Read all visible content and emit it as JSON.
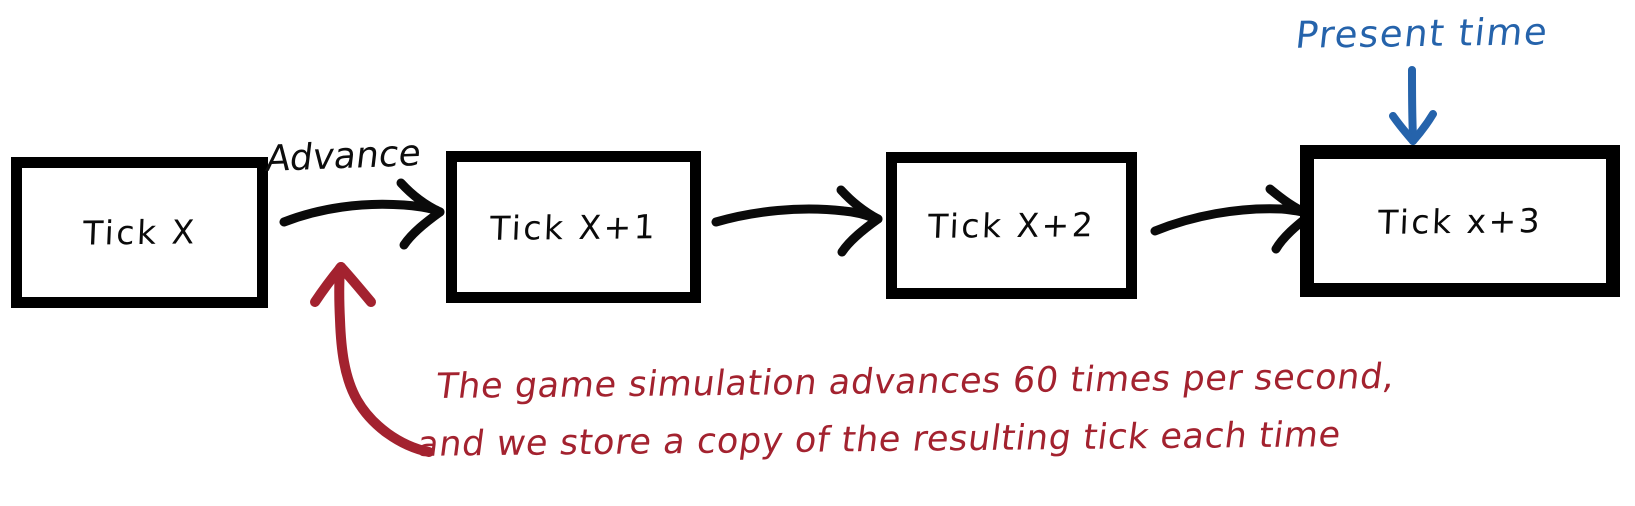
{
  "diagram": {
    "title": "Game simulation tick advance timeline",
    "background_color": "#ffffff",
    "boxes": [
      {
        "id": "tick-x",
        "label": "Tick X",
        "emphasis": false
      },
      {
        "id": "tick-x1",
        "label": "Tick X+1",
        "emphasis": false
      },
      {
        "id": "tick-x2",
        "label": "Tick X+2",
        "emphasis": false
      },
      {
        "id": "tick-x3",
        "label": "Tick x+3",
        "emphasis": true
      }
    ],
    "arrow_label": "Advance",
    "present_time": {
      "label": "Present time",
      "color": "#2563ab",
      "arrow": "down-arrow-icon"
    },
    "annotation": {
      "color": "#a3222f",
      "line1": "The game simulation advances 60 times per second,",
      "line2": "and we store a copy of the resulting tick each time",
      "arrow": "curved-up-arrow-icon"
    },
    "colors": {
      "ink": "#000000",
      "accent_blue": "#2563ab",
      "accent_red": "#a3222f"
    }
  }
}
